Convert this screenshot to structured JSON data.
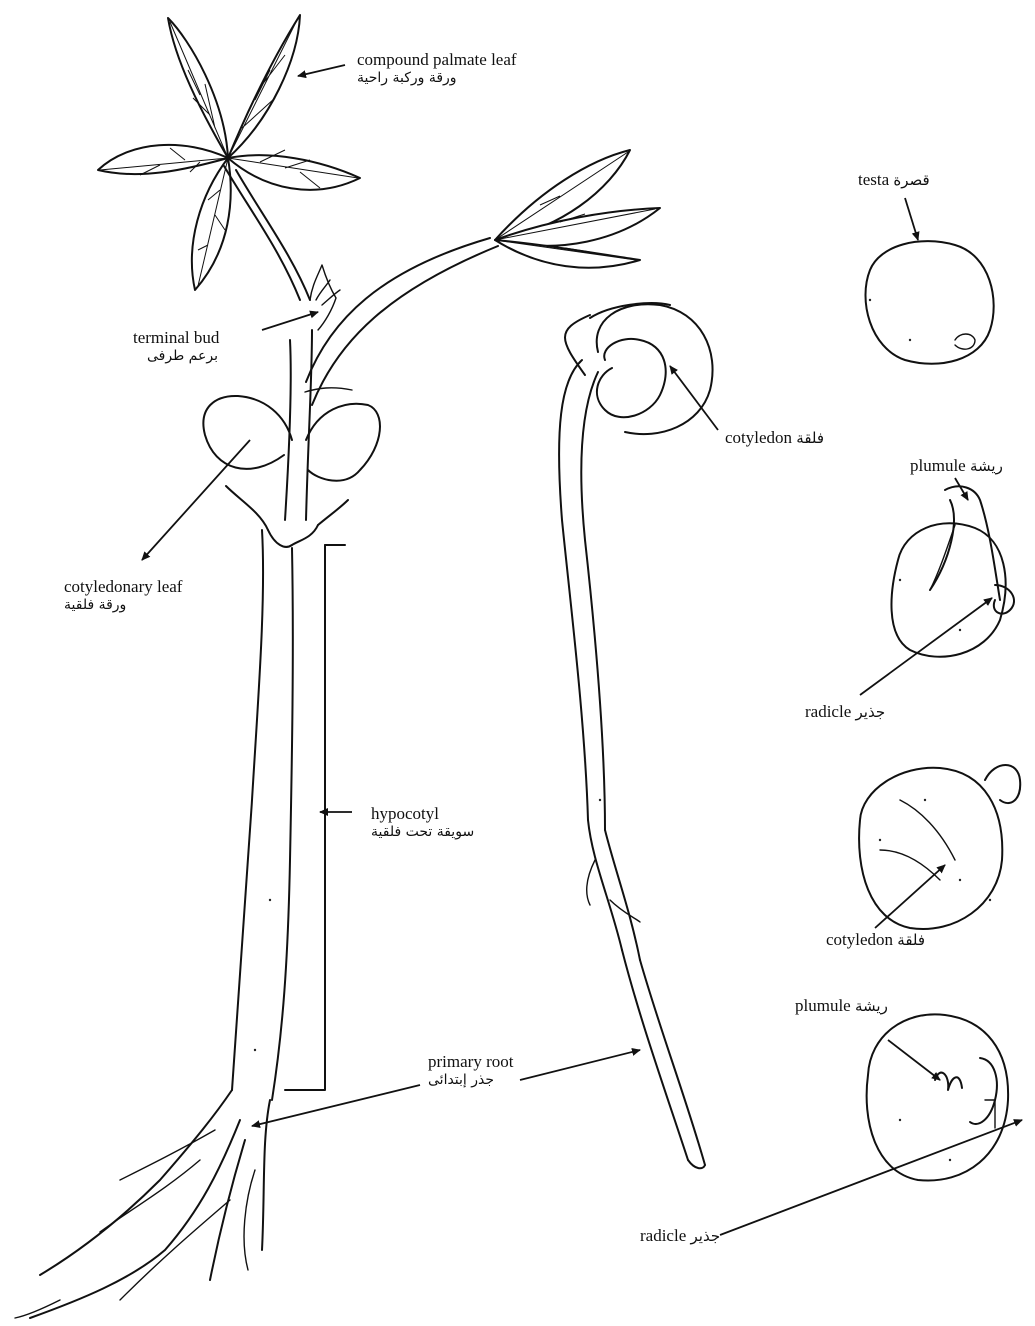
{
  "labels": {
    "compound_palmate_leaf": {
      "en": "compound palmate leaf",
      "ar": "ورقة وركبة راحية"
    },
    "terminal_bud": {
      "en": "terminal bud",
      "ar": "برعم طرفى"
    },
    "cotyledonary_leaf": {
      "en": "cotyledonary leaf",
      "ar": "ورقة فلقية"
    },
    "hypocotyl": {
      "en": "hypocotyl",
      "ar": "سويقة تحت فلقية"
    },
    "primary_root": {
      "en": "primary root",
      "ar": "جذر إبتدائى"
    },
    "cotyledon_seedling": {
      "en": "cotyledon",
      "ar": "فلقة"
    },
    "testa": {
      "en": "testa",
      "ar": "قصرة"
    },
    "plumule_1": {
      "en": "plumule",
      "ar": "ريشة"
    },
    "radicle_1": {
      "en": "radicle",
      "ar": "جذير"
    },
    "cotyledon_seed": {
      "en": "cotyledon",
      "ar": "فلقة"
    },
    "plumule_2": {
      "en": "plumule",
      "ar": "ريشة"
    },
    "radicle_2": {
      "en": "radicle",
      "ar": "جذير"
    }
  }
}
